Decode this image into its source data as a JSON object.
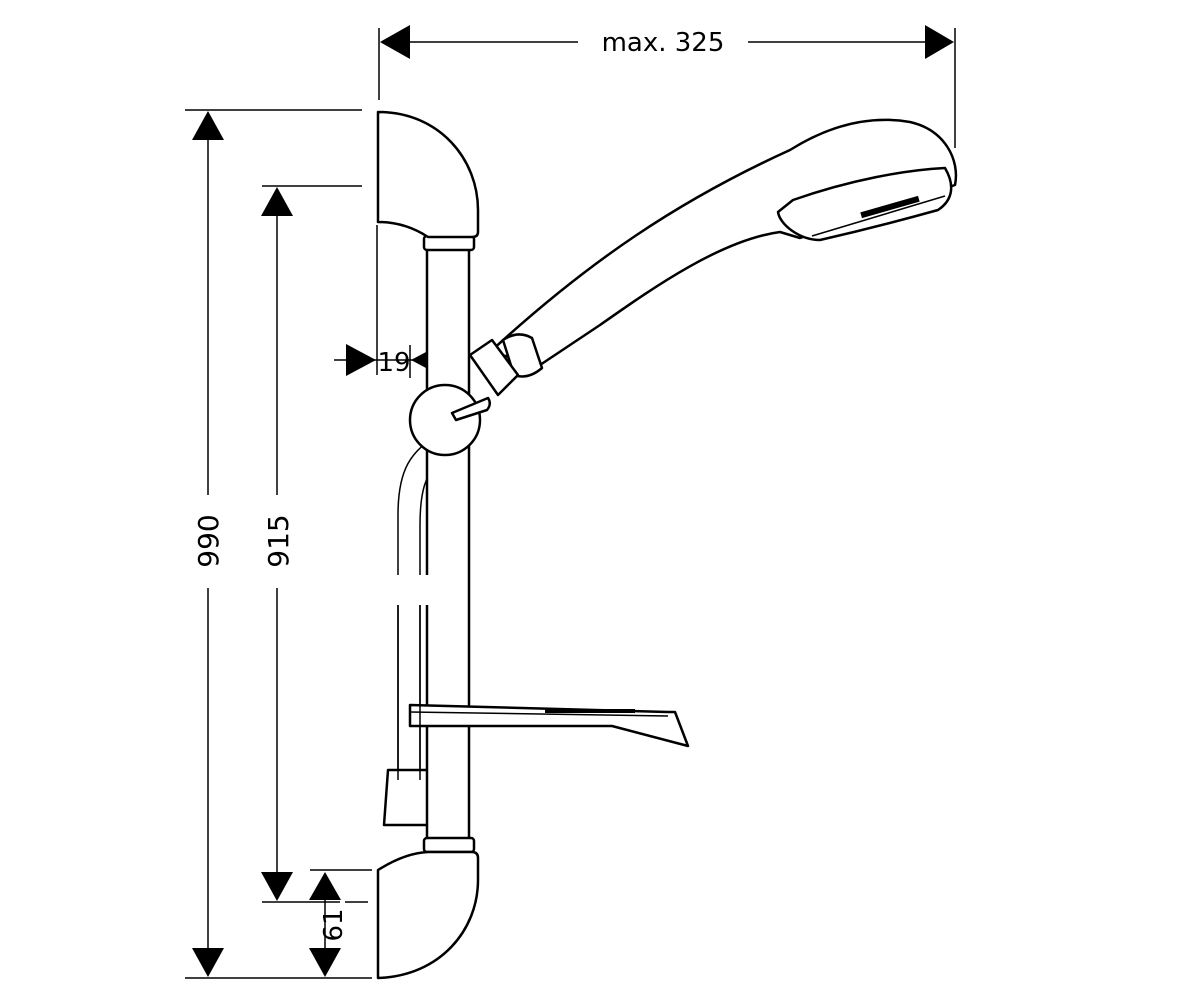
{
  "dimensions": {
    "width_label": "max. 325",
    "total_height_label": "990",
    "rail_length_label": "915",
    "wall_offset_label": "19",
    "bracket_height_label": "61"
  }
}
